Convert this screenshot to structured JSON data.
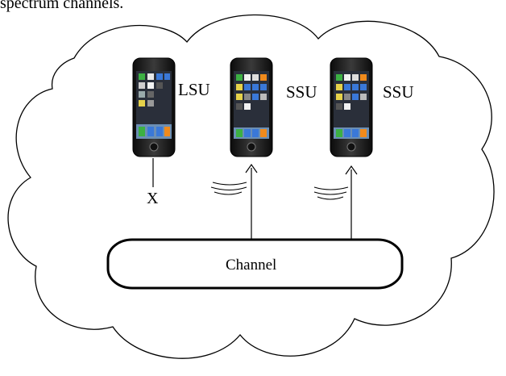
{
  "caption_fragment": "spectrum channels.",
  "phones": [
    {
      "label": "LSU",
      "role": "licensed-secondary-user"
    },
    {
      "label": "SSU",
      "role": "secondary-user-1"
    },
    {
      "label": "SSU",
      "role": "secondary-user-2"
    }
  ],
  "disconnected_marker": "X",
  "channel_label": "Channel",
  "colors": {
    "line": "#000000",
    "phone_body": "#1a1a1a",
    "phone_screen": "#2a2f3a",
    "icon_green": "#3cb043",
    "icon_blue": "#3a78d8",
    "icon_orange": "#f08a1c"
  }
}
